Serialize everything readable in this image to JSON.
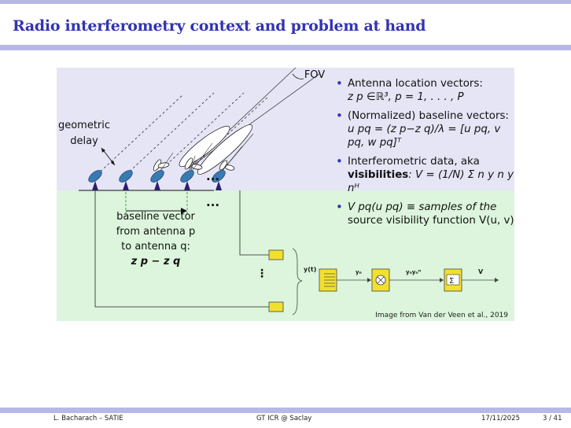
{
  "slide": {
    "title": "Radio interferometry context and problem at hand",
    "page_indicator": "3 / 41"
  },
  "bullets": [
    {
      "line1": "Antenna location vectors:",
      "line2": "z p ∈ℝ³,  p = 1, . . . , P"
    },
    {
      "line1": "(Normalized) baseline vectors:",
      "line2": "u pq = (z p−z q)/λ = [u pq, v pq, w pq]ᵀ"
    },
    {
      "line1": "Interferometric data, aka",
      "line2_bold": "visibilities",
      "line2_rest": ":  V = (1/N) Σ n y n y nᴴ"
    },
    {
      "line1": "V pq(u pq) ≡ samples of the",
      "line2": "source visibility function  V(u, v)"
    }
  ],
  "figure": {
    "fov": "FOV",
    "geometric_delay": [
      "geometric",
      "delay"
    ],
    "baseline": [
      "baseline vector",
      "from antenna p",
      "to antenna q:",
      "z p − z q"
    ],
    "ellipsis_h": "...",
    "ellipsis_v": "⋮",
    "y_t": "y(t)",
    "y_n": "yₙ",
    "y_n_y_nH": "yₙyₙᴴ",
    "sigma": "Σ",
    "V": "V",
    "credit": "Image from Van der Veen et al., 2019",
    "colors": {
      "sky": "#e5e5f6",
      "ground": "#dcf5dc",
      "box": "#f2e02f",
      "antenna": "#3a7ab2"
    }
  },
  "footer": {
    "author": "L. Bacharach  –  SATIE",
    "venue": "GT ICR @ Saclay",
    "date": "17/11/2025",
    "page": "3 / 41"
  }
}
